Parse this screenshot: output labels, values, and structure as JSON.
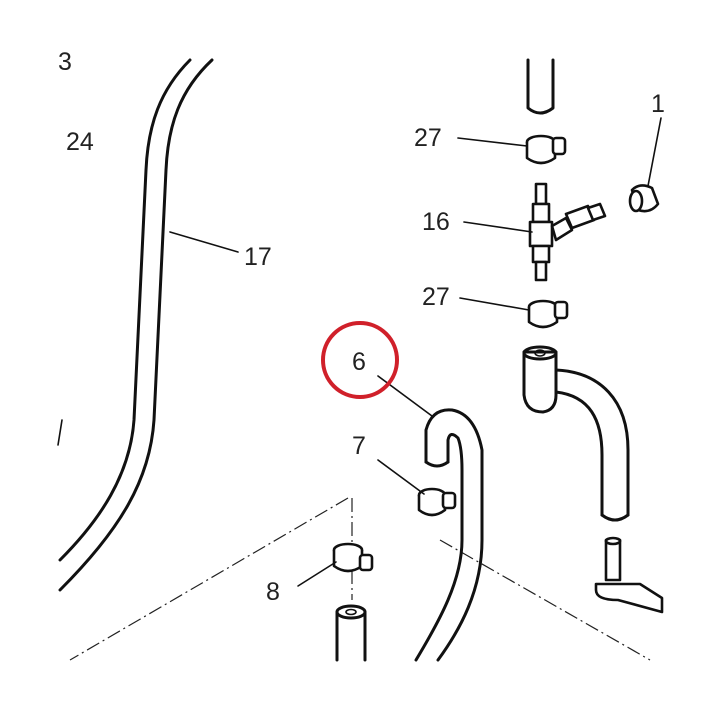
{
  "diagram": {
    "labels": {
      "l3": "3",
      "l24": "24",
      "l17": "17",
      "l27a": "27",
      "l1": "1",
      "l16": "16",
      "l27b": "27",
      "l6": "6",
      "l7": "7",
      "l8": "8"
    },
    "highlight_color": "#d0202a",
    "line_color": "#111111"
  }
}
